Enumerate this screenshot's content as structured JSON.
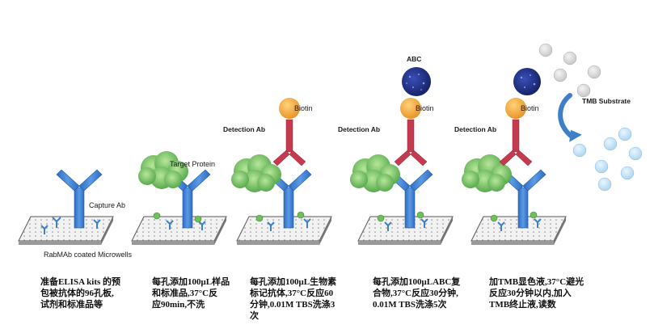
{
  "steps": [
    {
      "plate_label": "RabMAb coated Microwells",
      "capture_label": "Capture Ab",
      "caption": "准备ELISA kits 的预\n包被抗体的96孔板,\n试剂和标准品等"
    },
    {
      "target_label": "Target Protein",
      "caption": "每孔添加100μL样品\n和标准品,37°C反\n应90min,不洗"
    },
    {
      "detection_label": "Detection Ab",
      "biotin_label": "Biotin",
      "caption": "每孔添加100μL生物素\n标记抗体,37°C反应60\n分钟,0.01M TBS洗涤3\n次"
    },
    {
      "detection_label": "Detection Ab",
      "biotin_label": "Biotin",
      "abc_label": "ABC",
      "caption": "每孔添加100μLABC复\n合物,37°C反应30分钟,\n0.01M TBS洗涤5次"
    },
    {
      "detection_label": "Detection Ab",
      "biotin_label": "Biotin",
      "tmb_label": "TMB Substrate",
      "caption": "加TMB显色液,37°C避光\n反应30分钟以内,加入\nTMB终止液,读数"
    }
  ],
  "colors": {
    "capture_ab": "#3a7fd0",
    "detection_ab": "#c43a4e",
    "biotin": "#f0a030",
    "protein": "#6fbf5a",
    "abc": "#1e2f86",
    "tmb_gray": "#d4d4d4",
    "tmb_blue": "#bfe0f5",
    "arrow": "#3d80c8"
  },
  "icons": [
    "well-plate-icon",
    "capture-antibody-icon",
    "target-protein-icon",
    "detection-antibody-icon",
    "biotin-icon",
    "abc-complex-icon",
    "tmb-molecule-icon",
    "curved-arrow-icon"
  ]
}
